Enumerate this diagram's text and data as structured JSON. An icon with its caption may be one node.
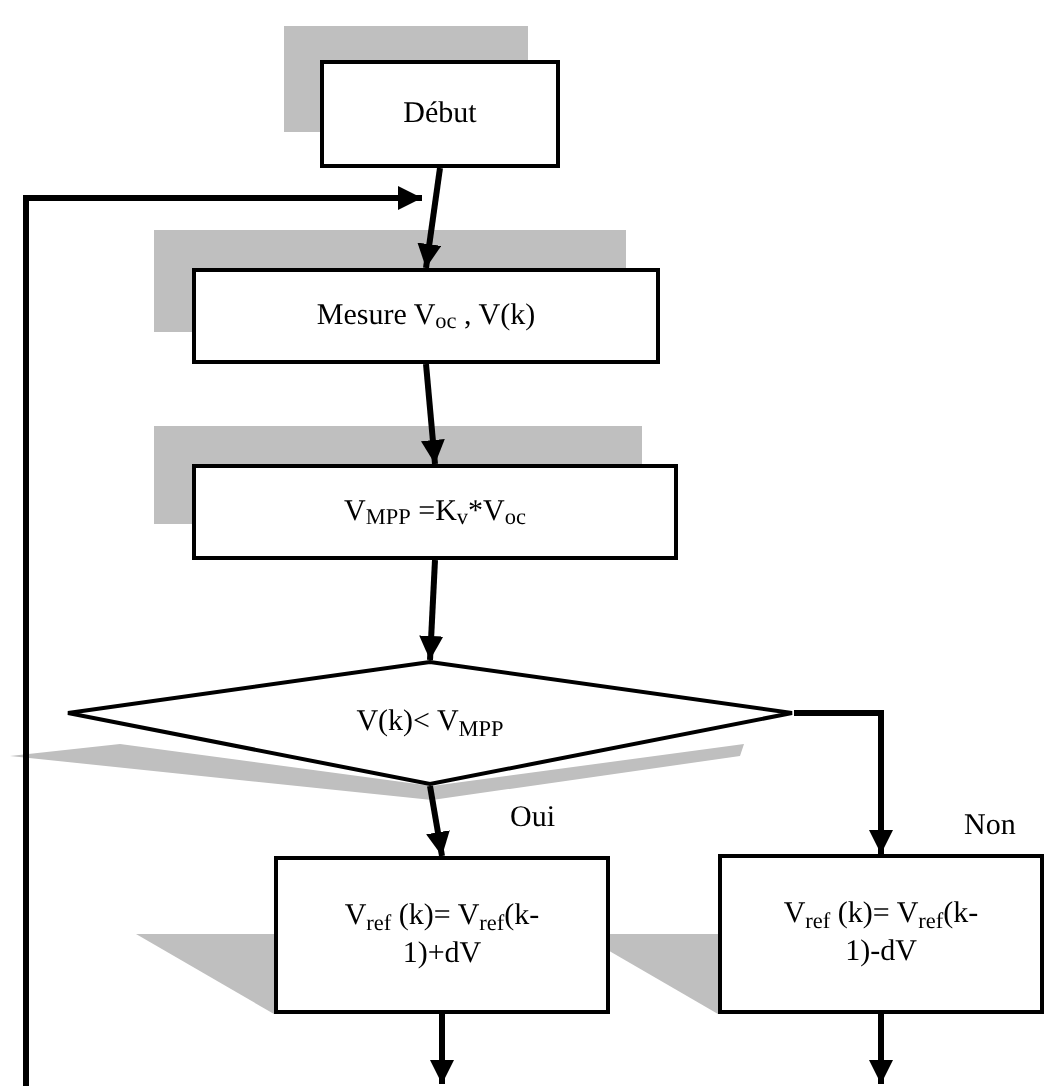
{
  "diagram": {
    "nodes": [
      {
        "text": [
          "Début"
        ]
      },
      {
        "text": [
          "Mesure V$_{oc}$ , V(k)"
        ]
      },
      {
        "text": [
          "V$_{MPP}$ =K$_{v}$*V$_{oc}$"
        ]
      },
      {
        "text": [
          "V(k)< V$_{MPP}$"
        ]
      },
      {
        "text": [
          "V$_{ref}$ (k)= V$_{ref}$(k-1)+dV"
        ]
      },
      {
        "text": [
          "V$_{ref}$ (k)= V$_{ref}$(k-1)-dV"
        ]
      }
    ],
    "edges": [
      {
        "from": 0,
        "to": 1,
        "arrow": "to"
      },
      {
        "from": 1,
        "to": 2,
        "arrow": "to"
      },
      {
        "from": 2,
        "to": 3,
        "arrow": "to"
      },
      {
        "from": 3,
        "to": 4,
        "arrow": "to",
        "label": "Oui"
      },
      {
        "from": 3,
        "to": 5,
        "arrow": "to",
        "label": "Non"
      },
      {
        "from": 4,
        "to": null,
        "arrow": "to"
      },
      {
        "from": 5,
        "to": null,
        "arrow": "to"
      },
      {
        "from": null,
        "to": 1,
        "arrow": "to"
      }
    ]
  }
}
